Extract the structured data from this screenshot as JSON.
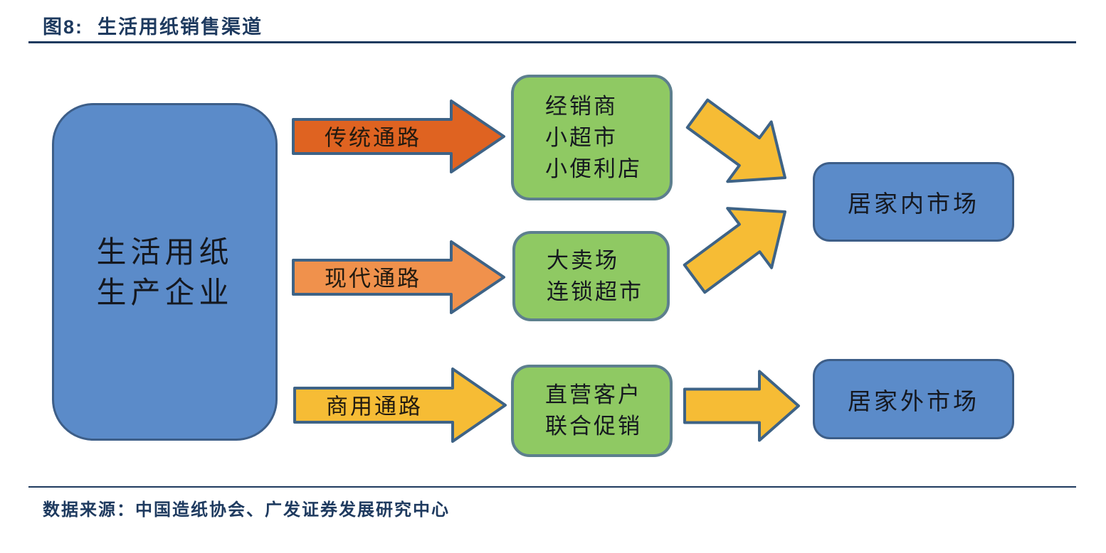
{
  "title": {
    "prefix": "图8:",
    "text": "生活用纸销售渠道"
  },
  "source": {
    "label": "数据来源：",
    "text": "中国造纸协会、广发证券发展研究中心"
  },
  "diagram": {
    "producer": {
      "lines": [
        "生活用纸",
        "生产企业"
      ]
    },
    "channels": [
      {
        "label": "传统通路"
      },
      {
        "label": "现代通路"
      },
      {
        "label": "商用通路"
      }
    ],
    "intermediaries": [
      {
        "lines": [
          "经销商",
          "小超市",
          "小便利店"
        ]
      },
      {
        "lines": [
          "大卖场",
          "连锁超市"
        ]
      },
      {
        "lines": [
          "直营客户",
          "联合促销"
        ]
      }
    ],
    "markets": [
      {
        "label": "居家内市场"
      },
      {
        "label": "居家外市场"
      }
    ],
    "connections": [
      {
        "from": "producer",
        "channel": 0,
        "to": "intermediaries.0"
      },
      {
        "from": "producer",
        "channel": 1,
        "to": "intermediaries.1"
      },
      {
        "from": "producer",
        "channel": 2,
        "to": "intermediaries.2"
      },
      {
        "from": "intermediaries.0",
        "to": "markets.0"
      },
      {
        "from": "intermediaries.1",
        "to": "markets.0"
      },
      {
        "from": "intermediaries.2",
        "to": "markets.1"
      }
    ]
  },
  "colors": {
    "title_navy": "#1e3a5f",
    "box_blue": "#5b8bc9",
    "box_blue_border": "#3d5e88",
    "box_green": "#8fc963",
    "box_green_border": "#5d7f8e",
    "arrow_traditional": "#df6321",
    "arrow_modern": "#f0914c",
    "arrow_commercial": "#f6bc35",
    "arrow_plain": "#f6bc35",
    "arrow_border": "#3e6386",
    "text_dark": "#15181f"
  }
}
